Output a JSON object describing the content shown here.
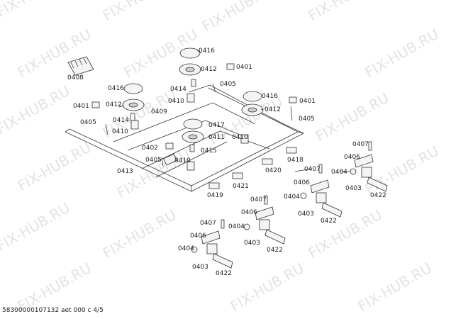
{
  "watermark": "FIX-HUB.RU",
  "footer": "58300000107132 aet 000 c 4/5",
  "labels": {
    "l0408": "0408",
    "l0416a": "0416",
    "l0412a": "0412",
    "l0401a": "0401",
    "l0405a": "0405",
    "l0414a": "0414",
    "l0410a": "0410",
    "l0416b": "0416",
    "l0401b": "0401",
    "l0412b": "0412",
    "l0405b": "0405",
    "l0414b": "0414",
    "l0410b": "0410",
    "l0409": "0409",
    "l0417": "0417",
    "l0416c": "0416",
    "l0401c": "0401",
    "l0412c": "0412",
    "l0405c": "0405",
    "l0411": "0411",
    "l0410c": "0410",
    "l0402": "0402",
    "l0405d": "0405",
    "l0415": "0415",
    "l0410d": "0410",
    "l0418": "0418",
    "l0413": "0413",
    "l0420": "0420",
    "l0419": "0419",
    "l0421": "0421",
    "l0407a": "0407",
    "l0406a": "0406",
    "l0404a": "0404",
    "l0403a": "0403",
    "l0422a": "0422",
    "l0407b": "0407",
    "l0406b": "0406",
    "l0404b": "0404",
    "l0403b": "0403",
    "l0422b": "0422",
    "l0407c": "0407",
    "l0406c": "0406",
    "l0404c": "0404",
    "l0403c": "0403",
    "l0422c": "0422",
    "l0407d": "0407",
    "l0406d": "0406",
    "l0404d": "0404",
    "l0403d": "0403",
    "l0422d": "0422"
  }
}
